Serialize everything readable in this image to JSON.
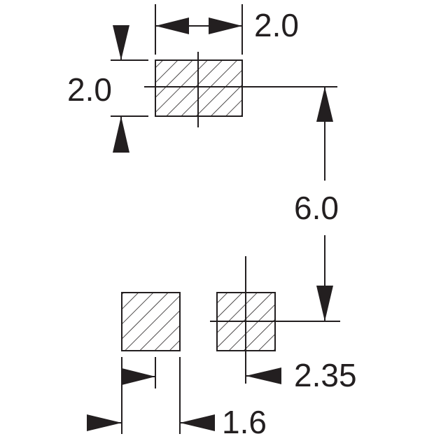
{
  "drawing": {
    "dimensions": {
      "pad_width": "2.0",
      "pad_height": "2.0",
      "vertical_spacing": "6.0",
      "horizontal_offset": "2.35",
      "pad_gap": "1.6"
    },
    "colors": {
      "line": "#231f20",
      "background": "#ffffff"
    }
  }
}
